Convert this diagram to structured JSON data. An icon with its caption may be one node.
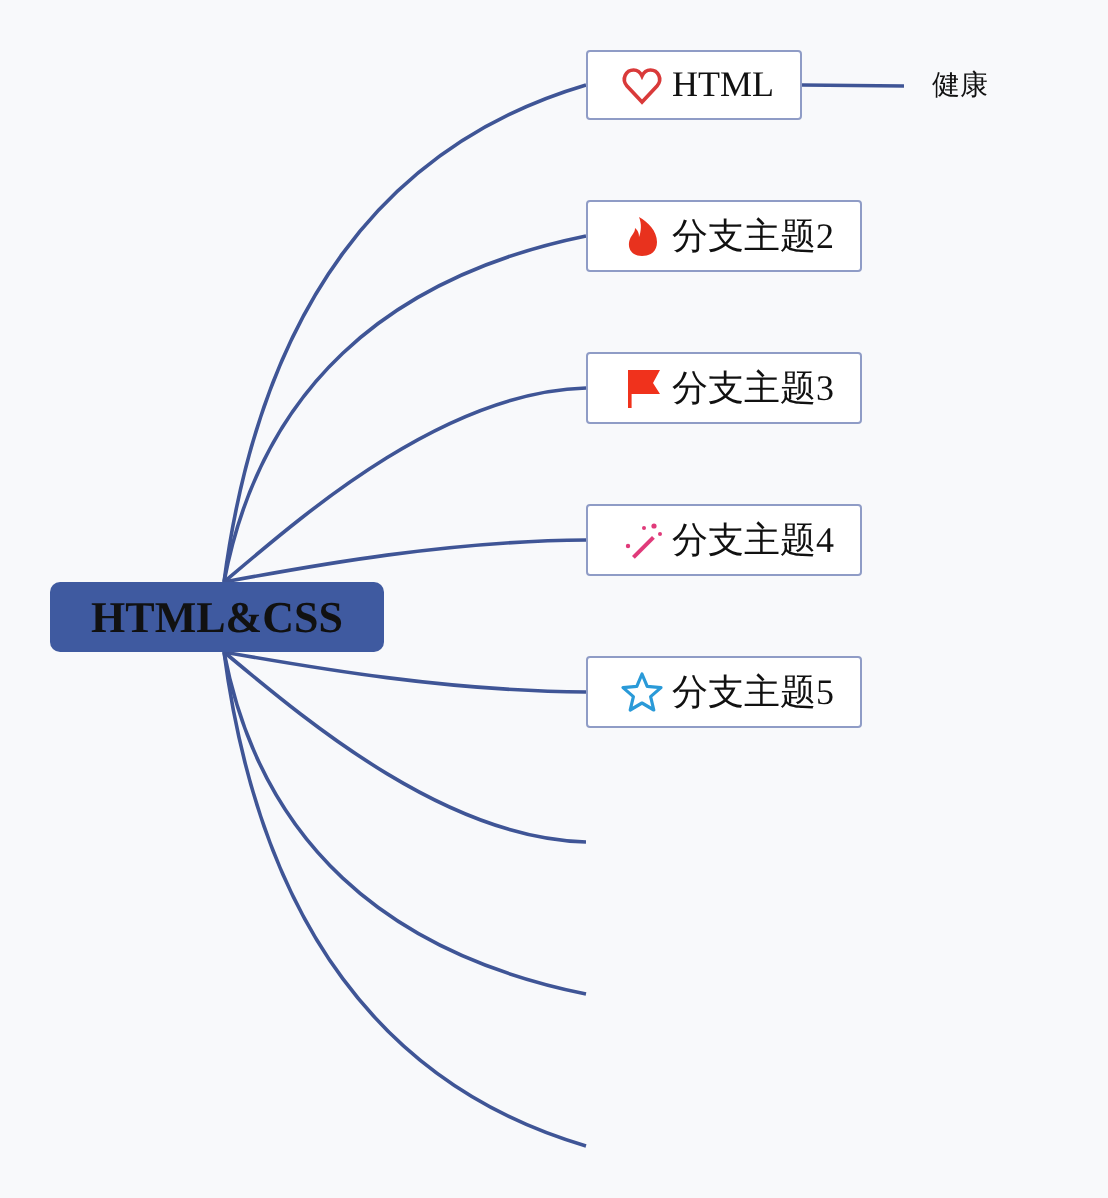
{
  "diagram": {
    "nodes": [
      {
        "text": [
          "HTML&CSS"
        ]
      },
      {
        "text": [
          "HTML"
        ]
      },
      {
        "text": [
          "健康"
        ]
      },
      {
        "text": [
          "分支主题2"
        ]
      },
      {
        "text": [
          "分支主题3"
        ]
      },
      {
        "text": [
          "分支主题4"
        ]
      },
      {
        "text": [
          "分支主题5"
        ]
      }
    ],
    "edges": [
      {
        "from": 0,
        "to": 1,
        "arrow": "none"
      },
      {
        "from": 1,
        "to": 2,
        "arrow": "none"
      },
      {
        "from": 0,
        "to": 3,
        "arrow": "none"
      },
      {
        "from": 0,
        "to": 4,
        "arrow": "none"
      },
      {
        "from": 0,
        "to": 5,
        "arrow": "none"
      },
      {
        "from": 0,
        "to": 6,
        "arrow": "none"
      },
      {
        "from": 0,
        "to": null,
        "arrow": "none"
      },
      {
        "from": 0,
        "to": null,
        "arrow": "none"
      },
      {
        "from": 0,
        "to": null,
        "arrow": "none"
      }
    ]
  }
}
